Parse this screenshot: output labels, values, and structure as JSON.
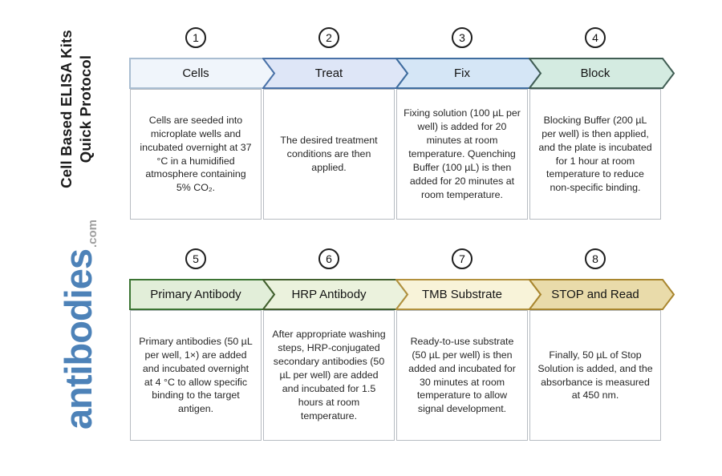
{
  "sidebar": {
    "title_line1": "Cell Based ELISA Kits",
    "title_line2": "Quick Protocol",
    "logo_text": "antibodies",
    "logo_suffix": ".com",
    "logo_color": "#4d82b8",
    "logo_suffix_color": "#9e9e9e"
  },
  "steps": [
    {
      "number": "1",
      "label": "Cells",
      "description": "Cells are seeded into microplate wells and incubated overnight at 37 °C in a humidified atmosphere containing 5% CO₂.",
      "fill": "#f0f5fb",
      "border": "#a9bdd1"
    },
    {
      "number": "2",
      "label": "Treat",
      "description": "The desired treatment conditions are then applied.",
      "fill": "#dee6f7",
      "border": "#4a72a8"
    },
    {
      "number": "3",
      "label": "Fix",
      "description": "Fixing solution (100 µL per well) is added for 20 minutes at room temperature. Quenching Buffer (100 µL) is then added for 20 minutes at room temperature.",
      "fill": "#d5e6f6",
      "border": "#3f6d9f"
    },
    {
      "number": "4",
      "label": "Block",
      "description": "Blocking Buffer (200 µL per well) is then applied, and the plate is incubated for 1 hour at room temperature to reduce non-specific binding.",
      "fill": "#d4ebe1",
      "border": "#415e54"
    },
    {
      "number": "5",
      "label": "Primary Antibody",
      "description": "Primary antibodies (50 µL per well, 1×) are added and incubated overnight at 4 °C to allow specific binding to the target antigen.",
      "fill": "#e2eed9",
      "border": "#3c7433"
    },
    {
      "number": "6",
      "label": "HRP Antibody",
      "description": "After appropriate washing steps, HRP-conjugated secondary antibodies (50 µL per well) are added and incubated for 1.5 hours at room temperature.",
      "fill": "#ebf2dd",
      "border": "#42602e"
    },
    {
      "number": "7",
      "label": "TMB Substrate",
      "description": "Ready-to-use substrate (50 µL per well) is then added and incubated for 30 minutes at room temperature to allow signal development.",
      "fill": "#f8f3d9",
      "border": "#b2913e"
    },
    {
      "number": "8",
      "label": "STOP and Read",
      "description": "Finally, 50 µL of Stop Solution is added, and the absorbance is measured at 450 nm.",
      "fill": "#e9dbaa",
      "border": "#a9862f"
    }
  ]
}
